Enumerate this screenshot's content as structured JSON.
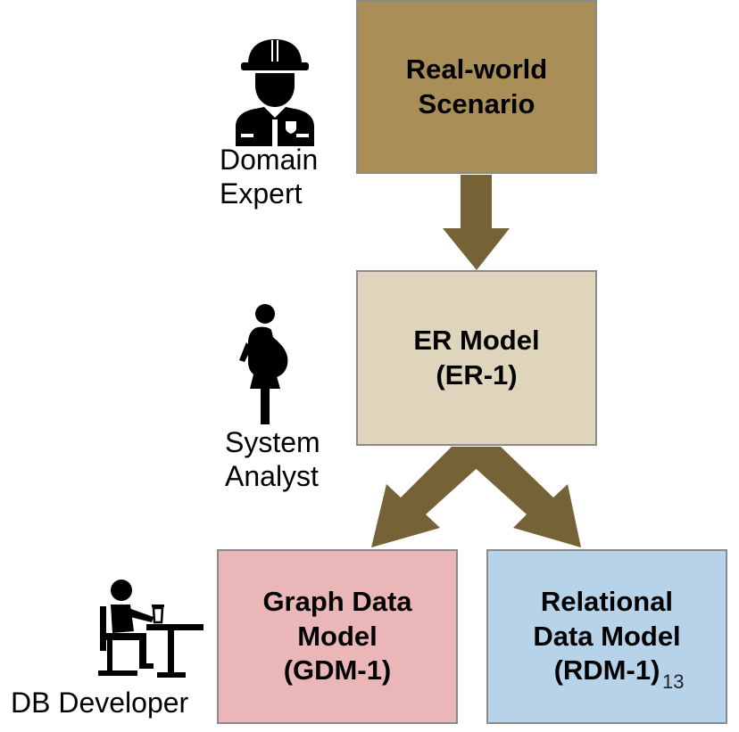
{
  "boxes": {
    "real_world": {
      "line1": "Real-world",
      "line2": "Scenario",
      "color": "#a98f57"
    },
    "er_model": {
      "line1": "ER Model",
      "line2": "(ER-1)",
      "color": "#dfd5bc"
    },
    "graph_model": {
      "line1": "Graph Data",
      "line2": "Model",
      "line3": "(GDM-1)",
      "color": "#eab6b7"
    },
    "relational_model": {
      "line1": "Relational",
      "line2": "Data Model",
      "line3": "(RDM-1)",
      "color": "#b7d3ea"
    }
  },
  "roles": {
    "domain_expert": {
      "line1": "Domain",
      "line2": "Expert",
      "icon": "firefighter-icon"
    },
    "system_analyst": {
      "line1": "System",
      "line2": "Analyst",
      "icon": "pregnant-woman-icon"
    },
    "db_developer": {
      "label": "DB Developer",
      "icon": "desk-worker-icon"
    }
  },
  "arrow_color": "#756236",
  "page_number": "13"
}
